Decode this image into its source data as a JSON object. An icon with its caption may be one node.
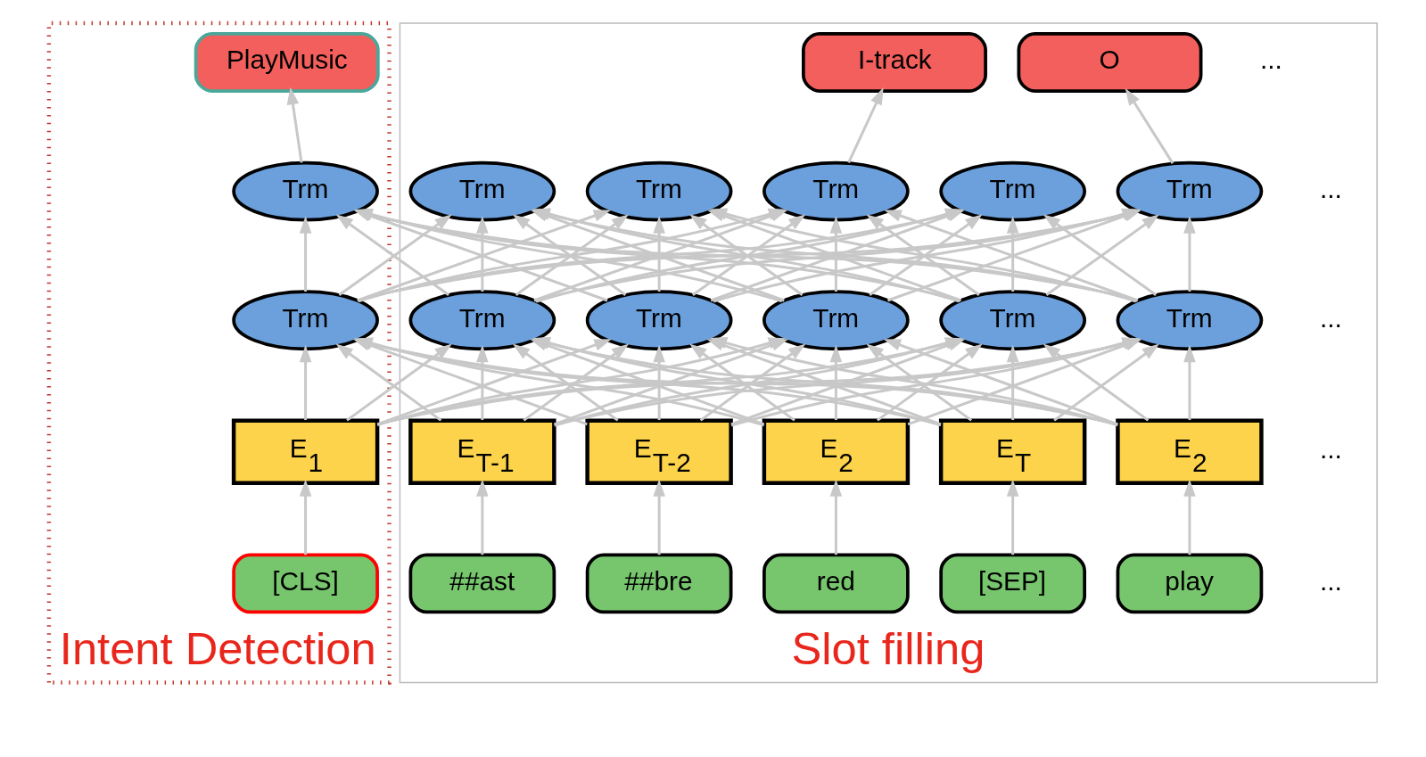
{
  "diagram": {
    "nodes": [
      {
        "text": [
          "Intent Detection"
        ]
      },
      {
        "text": [
          "Slot filling"
        ]
      },
      {
        "text": [
          "PlayMusic"
        ],
        "in": 0
      },
      {
        "text": [
          "O"
        ],
        "in": 1
      },
      {
        "text": [
          "I-track"
        ],
        "in": 1
      },
      {
        "text": [
          "Trm"
        ],
        "in": 0
      },
      {
        "text": [
          "Trm"
        ],
        "in": 1
      },
      {
        "text": [
          "Trm"
        ],
        "in": 1
      },
      {
        "text": [
          "Trm"
        ],
        "in": 1
      },
      {
        "text": [
          "Trm"
        ],
        "in": 1
      },
      {
        "text": [
          "Trm"
        ],
        "in": 1
      },
      {
        "text": [
          "Trm"
        ],
        "in": 0
      },
      {
        "text": [
          "Trm"
        ],
        "in": 1
      },
      {
        "text": [
          "Trm"
        ],
        "in": 1
      },
      {
        "text": [
          "Trm"
        ],
        "in": 1
      },
      {
        "text": [
          "Trm"
        ],
        "in": 1
      },
      {
        "text": [
          "Trm"
        ],
        "in": 1
      },
      {
        "text": [
          "E$_{1}$"
        ],
        "in": 0
      },
      {
        "text": [
          "E$_{2}$"
        ],
        "in": 1
      },
      {
        "text": [
          "E$_{2}$"
        ],
        "in": 1
      },
      {
        "text": [
          "E$_{T-2}$"
        ],
        "in": 1
      },
      {
        "text": [
          "E$_{T-1}$"
        ],
        "in": 1
      },
      {
        "text": [
          "E$_{T}$"
        ],
        "in": 1
      },
      {
        "text": [
          "[CLS]"
        ],
        "in": 0
      },
      {
        "text": [
          "play"
        ],
        "in": 1
      },
      {
        "text": [
          "red"
        ],
        "in": 1
      },
      {
        "text": [
          "##bre"
        ],
        "in": 1
      },
      {
        "text": [
          "##ast"
        ],
        "in": 1
      },
      {
        "text": [
          "[SEP]"
        ],
        "in": 1
      }
    ],
    "edges": [
      {
        "from": 23,
        "to": 17,
        "arrow": "to"
      },
      {
        "from": 24,
        "to": 18,
        "arrow": "to"
      },
      {
        "from": 25,
        "to": 19,
        "arrow": "to"
      },
      {
        "from": 26,
        "to": 20,
        "arrow": "to"
      },
      {
        "from": 27,
        "to": 21,
        "arrow": "to"
      },
      {
        "from": 28,
        "to": 22,
        "arrow": "to"
      },
      {
        "from": 17,
        "to": 11,
        "arrow": "to"
      },
      {
        "from": 17,
        "to": 12,
        "arrow": "to"
      },
      {
        "from": 17,
        "to": 13,
        "arrow": "to"
      },
      {
        "from": 17,
        "to": 14,
        "arrow": "to"
      },
      {
        "from": 17,
        "to": 15,
        "arrow": "to"
      },
      {
        "from": 17,
        "to": 16,
        "arrow": "to"
      },
      {
        "from": 18,
        "to": 11,
        "arrow": "to"
      },
      {
        "from": 18,
        "to": 12,
        "arrow": "to"
      },
      {
        "from": 18,
        "to": 13,
        "arrow": "to"
      },
      {
        "from": 18,
        "to": 14,
        "arrow": "to"
      },
      {
        "from": 18,
        "to": 15,
        "arrow": "to"
      },
      {
        "from": 18,
        "to": 16,
        "arrow": "to"
      },
      {
        "from": 19,
        "to": 11,
        "arrow": "to"
      },
      {
        "from": 19,
        "to": 12,
        "arrow": "to"
      },
      {
        "from": 19,
        "to": 13,
        "arrow": "to"
      },
      {
        "from": 19,
        "to": 14,
        "arrow": "to"
      },
      {
        "from": 19,
        "to": 15,
        "arrow": "to"
      },
      {
        "from": 19,
        "to": 16,
        "arrow": "to"
      },
      {
        "from": 20,
        "to": 11,
        "arrow": "to"
      },
      {
        "from": 20,
        "to": 12,
        "arrow": "to"
      },
      {
        "from": 20,
        "to": 13,
        "arrow": "to"
      },
      {
        "from": 20,
        "to": 14,
        "arrow": "to"
      },
      {
        "from": 20,
        "to": 15,
        "arrow": "to"
      },
      {
        "from": 20,
        "to": 16,
        "arrow": "to"
      },
      {
        "from": 21,
        "to": 11,
        "arrow": "to"
      },
      {
        "from": 21,
        "to": 12,
        "arrow": "to"
      },
      {
        "from": 21,
        "to": 13,
        "arrow": "to"
      },
      {
        "from": 21,
        "to": 14,
        "arrow": "to"
      },
      {
        "from": 21,
        "to": 15,
        "arrow": "to"
      },
      {
        "from": 21,
        "to": 16,
        "arrow": "to"
      },
      {
        "from": 22,
        "to": 11,
        "arrow": "to"
      },
      {
        "from": 22,
        "to": 12,
        "arrow": "to"
      },
      {
        "from": 22,
        "to": 13,
        "arrow": "to"
      },
      {
        "from": 22,
        "to": 14,
        "arrow": "to"
      },
      {
        "from": 22,
        "to": 15,
        "arrow": "to"
      },
      {
        "from": 22,
        "to": 16,
        "arrow": "to"
      },
      {
        "from": 11,
        "to": 5,
        "arrow": "to"
      },
      {
        "from": 11,
        "to": 6,
        "arrow": "to"
      },
      {
        "from": 11,
        "to": 7,
        "arrow": "to"
      },
      {
        "from": 11,
        "to": 8,
        "arrow": "to"
      },
      {
        "from": 11,
        "to": 9,
        "arrow": "to"
      },
      {
        "from": 11,
        "to": 10,
        "arrow": "to"
      },
      {
        "from": 12,
        "to": 5,
        "arrow": "to"
      },
      {
        "from": 12,
        "to": 6,
        "arrow": "to"
      },
      {
        "from": 12,
        "to": 7,
        "arrow": "to"
      },
      {
        "from": 12,
        "to": 8,
        "arrow": "to"
      },
      {
        "from": 12,
        "to": 9,
        "arrow": "to"
      },
      {
        "from": 12,
        "to": 10,
        "arrow": "to"
      },
      {
        "from": 13,
        "to": 5,
        "arrow": "to"
      },
      {
        "from": 13,
        "to": 6,
        "arrow": "to"
      },
      {
        "from": 13,
        "to": 7,
        "arrow": "to"
      },
      {
        "from": 13,
        "to": 8,
        "arrow": "to"
      },
      {
        "from": 13,
        "to": 9,
        "arrow": "to"
      },
      {
        "from": 13,
        "to": 10,
        "arrow": "to"
      },
      {
        "from": 14,
        "to": 5,
        "arrow": "to"
      },
      {
        "from": 14,
        "to": 6,
        "arrow": "to"
      },
      {
        "from": 14,
        "to": 7,
        "arrow": "to"
      },
      {
        "from": 14,
        "to": 8,
        "arrow": "to"
      },
      {
        "from": 14,
        "to": 9,
        "arrow": "to"
      },
      {
        "from": 14,
        "to": 10,
        "arrow": "to"
      },
      {
        "from": 15,
        "to": 5,
        "arrow": "to"
      },
      {
        "from": 15,
        "to": 6,
        "arrow": "to"
      },
      {
        "from": 15,
        "to": 7,
        "arrow": "to"
      },
      {
        "from": 15,
        "to": 8,
        "arrow": "to"
      },
      {
        "from": 15,
        "to": 9,
        "arrow": "to"
      },
      {
        "from": 15,
        "to": 10,
        "arrow": "to"
      },
      {
        "from": 16,
        "to": 5,
        "arrow": "to"
      },
      {
        "from": 16,
        "to": 6,
        "arrow": "to"
      },
      {
        "from": 16,
        "to": 7,
        "arrow": "to"
      },
      {
        "from": 16,
        "to": 8,
        "arrow": "to"
      },
      {
        "from": 16,
        "to": 9,
        "arrow": "to"
      },
      {
        "from": 16,
        "to": 10,
        "arrow": "to"
      },
      {
        "from": 5,
        "to": 2,
        "arrow": "to"
      },
      {
        "from": 6,
        "to": 3,
        "arrow": "to"
      },
      {
        "from": 7,
        "to": 4,
        "arrow": "to"
      }
    ],
    "labels": [
      "...",
      "...",
      "...",
      "...",
      "..."
    ]
  }
}
